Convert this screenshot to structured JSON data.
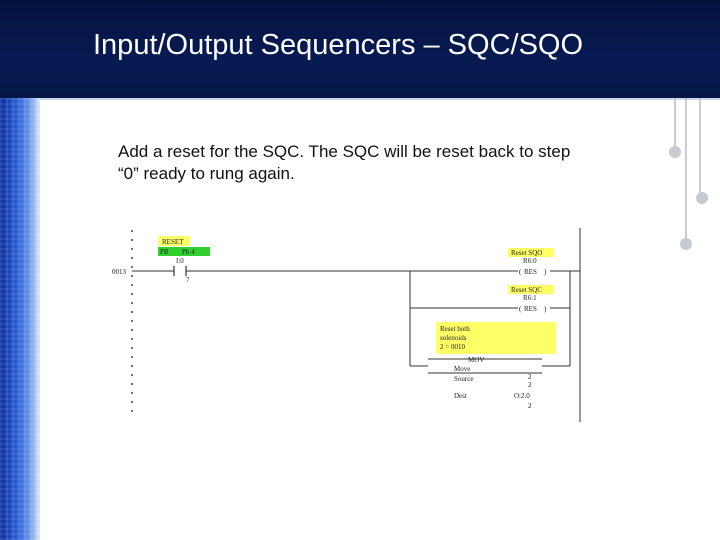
{
  "slide": {
    "title": "Input/Output Sequencers – SQC/SQO",
    "body_lines": [
      "Add a reset for the SQC.  The SQC will be reset back to step",
      "“0” ready to rung again."
    ]
  },
  "ladder": {
    "rung_number": "0013",
    "contact": {
      "comment": "RESET",
      "tag_left": "PB",
      "tag_right": "Pb 4",
      "address_line1": "I:0",
      "address_line2": "7"
    },
    "reset1": {
      "comment": "Reset SQO",
      "address": "R6:0",
      "label": "RES"
    },
    "reset2": {
      "comment": "Reset SQC",
      "address": "R6:1",
      "label": "RES"
    },
    "move_comment": [
      "Reset both",
      "solenoids",
      "2 = 0010"
    ],
    "mov": {
      "mnemonic": "MOV",
      "name": "Move",
      "source_label": "Source",
      "source_value": "2",
      "source_value2": "2",
      "dest_label": "Dest",
      "dest_value": "O:2.0",
      "dest_value2": "2"
    }
  },
  "colors": {
    "title_bg": "#04123e",
    "comment_green": "#2fcf2f",
    "comment_yellow": "#ffff66",
    "accent_blue": "#2a62d8"
  }
}
